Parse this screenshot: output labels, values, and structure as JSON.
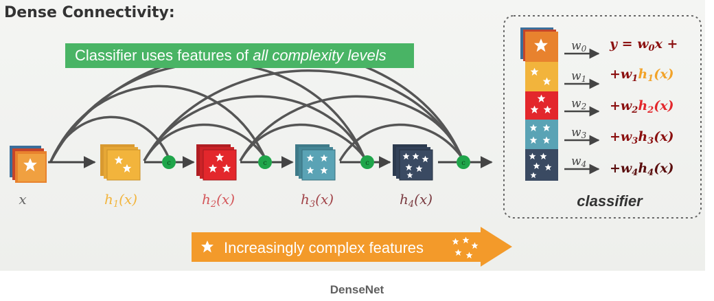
{
  "title": "Dense Connectivity:",
  "banner": {
    "text_prefix": "Classifier uses features of ",
    "text_emph": "all complexity levels"
  },
  "labels": {
    "x": "x",
    "h1": {
      "base": "h",
      "sub": "1",
      "arg": "(x)"
    },
    "h2": {
      "base": "h",
      "sub": "2",
      "arg": "(x)"
    },
    "h3": {
      "base": "h",
      "sub": "3",
      "arg": "(x)"
    },
    "h4": {
      "base": "h",
      "sub": "4",
      "arg": "(x)"
    }
  },
  "concat_symbol": "c",
  "classifier": {
    "title": "classifier",
    "weights": [
      {
        "base": "w",
        "sub": "0"
      },
      {
        "base": "w",
        "sub": "1"
      },
      {
        "base": "w",
        "sub": "2"
      },
      {
        "base": "w",
        "sub": "3"
      },
      {
        "base": "w",
        "sub": "4"
      }
    ],
    "terms": [
      {
        "a": "y = w",
        "s": "0",
        "b": "x +",
        "h": "",
        "hs": "",
        "hx": ""
      },
      {
        "a": "+w",
        "s": "1",
        "b": "",
        "h": "h",
        "hs": "1",
        "hx": "(x)"
      },
      {
        "a": "+w",
        "s": "2",
        "b": "",
        "h": "h",
        "hs": "2",
        "hx": "(x)"
      },
      {
        "a": "+w",
        "s": "3",
        "b": "",
        "h": "h",
        "hs": "3",
        "hx": "(x)"
      },
      {
        "a": "+w",
        "s": "4",
        "b": "",
        "h": "h",
        "hs": "4",
        "hx": "(x)"
      }
    ]
  },
  "bottom_arrow": {
    "text": "Increasingly complex features"
  },
  "caption": "DenseNet",
  "colors": {
    "h1": "#f2b43c",
    "h2": "#e3272c",
    "h3": "#4e97a9",
    "h4": "#3a4a62",
    "x": "#e8822e",
    "concat_node": "#1fa54a",
    "banner": "#49b465",
    "bottom_arrow": "#f39a2a",
    "term_dark": "#8b1010"
  }
}
